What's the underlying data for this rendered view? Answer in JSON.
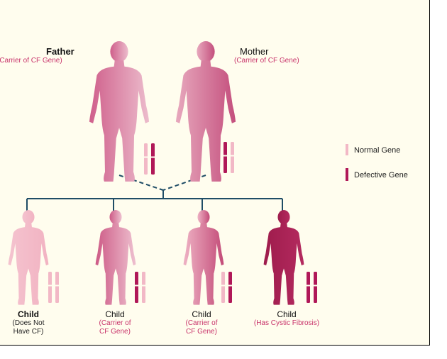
{
  "colors": {
    "background": "#fffdee",
    "normal_gene": "#f2b8c6",
    "defective_gene": "#b01858",
    "line": "#1f4d66",
    "accent_text": "#c8326a"
  },
  "parents": {
    "father": {
      "title": "Father",
      "subtitle": "(Carrier of CF Gene)"
    },
    "mother": {
      "title": "Mother",
      "subtitle": "(Carrier of CF Gene)"
    }
  },
  "children": [
    {
      "title": "Child",
      "line1": "(Does Not",
      "line2": "Have CF)",
      "genes": [
        "normal",
        "normal"
      ]
    },
    {
      "title": "Child",
      "line1": "(Carrier of",
      "line2": "CF Gene)",
      "genes": [
        "defective",
        "normal"
      ]
    },
    {
      "title": "Child",
      "line1": "(Carrier of",
      "line2": "CF Gene)",
      "genes": [
        "normal",
        "defective"
      ]
    },
    {
      "title": "Child",
      "line1": "(Has Cystic Fibrosis)",
      "line2": "",
      "genes": [
        "defective",
        "defective"
      ]
    }
  ],
  "legend": {
    "normal": "Normal Gene",
    "defective": "Defective Gene"
  }
}
